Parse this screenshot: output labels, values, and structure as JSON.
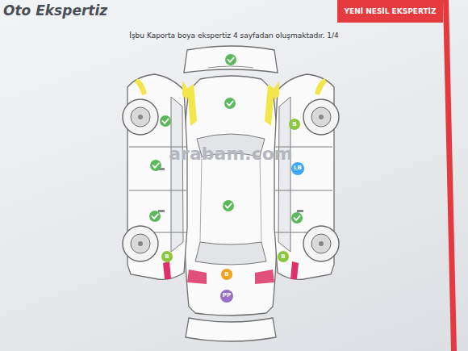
{
  "diagram": {
    "nodes": [
      {
        "text": [
          "YENİ NESİL EKSPERTİZ"
        ]
      },
      {
        "text": [
          "B"
        ]
      },
      {
        "text": [
          "LB"
        ]
      },
      {
        "text": [
          "B"
        ]
      },
      {
        "text": [
          "B"
        ]
      },
      {
        "text": [
          "B"
        ]
      },
      {
        "text": [
          "PP"
        ]
      }
    ],
    "labels": [
      "Oto Ekspertiz",
      "İşbu Kaporta boya ekspertiz 4 sayfadan oluşmaktadır. 1/4",
      "arabam.com"
    ]
  }
}
